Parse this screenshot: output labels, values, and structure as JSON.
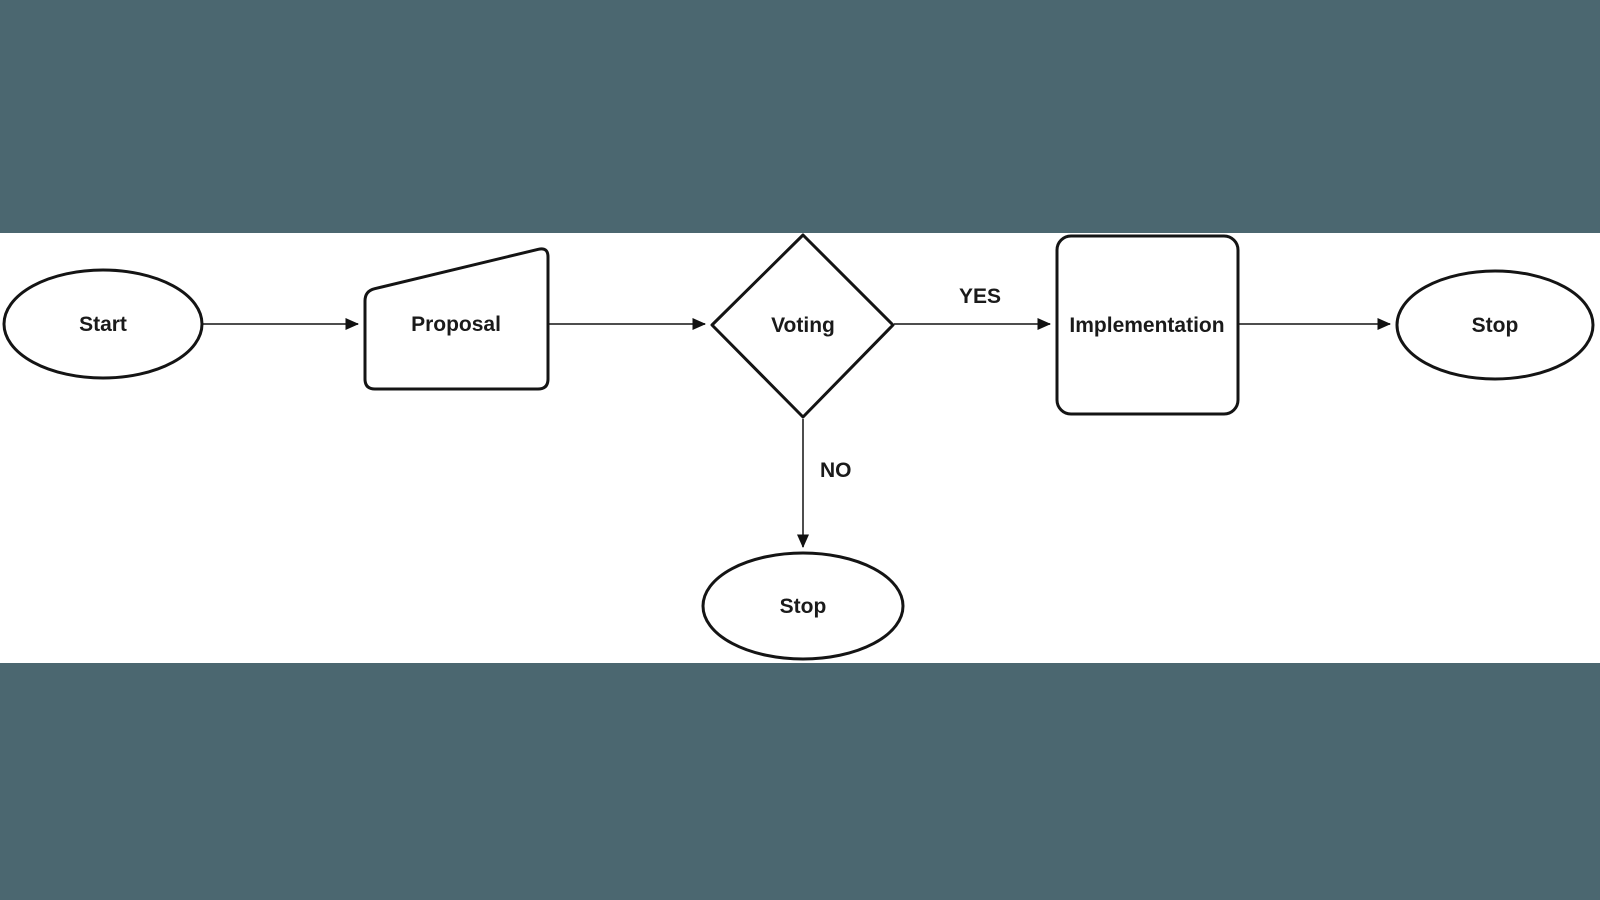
{
  "colors": {
    "page_background": "#4b6770",
    "diagram_band": "#ffffff",
    "node_fill": "#ffffff",
    "node_stroke": "#141414",
    "edge_stroke": "#4d4d4d",
    "label_text": "#1a1a1a"
  },
  "flowchart": {
    "type": "flowchart",
    "nodes": [
      {
        "id": "start",
        "shape": "terminator-ellipse",
        "label": "Start"
      },
      {
        "id": "proposal",
        "shape": "manual-input",
        "label": "Proposal"
      },
      {
        "id": "voting",
        "shape": "decision-diamond",
        "label": "Voting"
      },
      {
        "id": "implementation",
        "shape": "process-rectangle",
        "label": "Implementation"
      },
      {
        "id": "stop-approved",
        "shape": "terminator-ellipse",
        "label": "Stop"
      },
      {
        "id": "stop-rejected",
        "shape": "terminator-ellipse",
        "label": "Stop"
      }
    ],
    "edges": [
      {
        "from": "start",
        "to": "proposal",
        "label": ""
      },
      {
        "from": "proposal",
        "to": "voting",
        "label": ""
      },
      {
        "from": "voting",
        "to": "implementation",
        "label": "YES"
      },
      {
        "from": "implementation",
        "to": "stop-approved",
        "label": ""
      },
      {
        "from": "voting",
        "to": "stop-rejected",
        "label": "NO"
      }
    ]
  }
}
